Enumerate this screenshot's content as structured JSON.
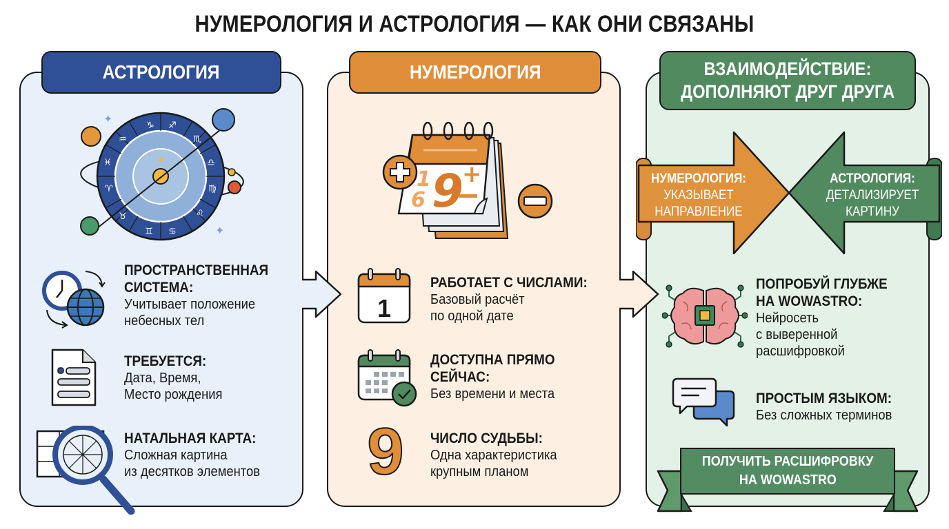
{
  "title": "НУМЕРОЛОГИЯ И АСТРОЛОГИЯ — КАК ОНИ СВЯЗАНЫ",
  "colors": {
    "astro_accent": "#2f4f96",
    "num_accent": "#e08e3a",
    "inter_accent": "#528a60",
    "astro_bg": "#e8f0fa",
    "num_bg": "#fdf0e2",
    "inter_bg": "#e4f1e6"
  },
  "astrology": {
    "header": "АСТРОЛОГИЯ",
    "hero_icon": "zodiac-wheel-icon",
    "items": [
      {
        "icon": "clock-globe-icon",
        "heading_1": "ПРОСТРАНСТВЕННАЯ",
        "heading_2": "СИСТЕМА:",
        "text_1": "Учитывает положение",
        "text_2": "небесных тел"
      },
      {
        "icon": "form-document-icon",
        "heading_1": "ТРЕБУЕТСЯ:",
        "text_1": "Дата, Время,",
        "text_2": "Место рождения"
      },
      {
        "icon": "natal-chart-magnifier-icon",
        "heading_1": "НАТАЛЬНАЯ КАРТА:",
        "text_1": "Сложная картина",
        "text_2": "из десятков элементов"
      }
    ]
  },
  "numerology": {
    "header": "НУМЕРОЛОГИЯ",
    "hero_icon": "calendar-numbers-icon",
    "hero_digits": {
      "big": "9",
      "small_top": "1",
      "small_bottom": "6",
      "plus": "+",
      "minus": "−"
    },
    "items": [
      {
        "icon": "calendar-day-icon",
        "icon_text": "1",
        "heading_1": "РАБОТАЕТ С ЧИСЛАМИ:",
        "text_1": "Базовый расчёт",
        "text_2": "по одной дате"
      },
      {
        "icon": "calendar-check-icon",
        "heading_1": "ДОСТУПНА ПРЯМО",
        "heading_2": "СЕЙЧАС:",
        "text_1": "Без времени и места"
      },
      {
        "icon": "number-nine-icon",
        "icon_text": "9",
        "heading_1": "ЧИСЛО СУДЬБЫ:",
        "text_1": "Одна характеристика",
        "text_2": "крупным планом"
      }
    ]
  },
  "interaction": {
    "header_1": "ВЗАИМОДЕЙСТВИЕ:",
    "header_2": "ДОПОЛНЯЮТ ДРУГ ДРУГА",
    "arrow_left": {
      "heading": "НУМЕРОЛОГИЯ:",
      "text_1": "УКАЗЫВАЕТ",
      "text_2": "НАПРАВЛЕНИЕ"
    },
    "arrow_right": {
      "heading": "АСТРОЛОГИЯ:",
      "text_1": "ДЕТАЛИЗИРУЕТ",
      "text_2": "КАРТИНУ"
    },
    "items": [
      {
        "icon": "ai-brain-chip-icon",
        "heading_1": "ПОПРОБУЙ ГЛУБЖЕ",
        "heading_2": "НА WOWASTRO:",
        "text_1": "Нейросеть",
        "text_2": "с выверенной",
        "text_3": "расшифровкой"
      },
      {
        "icon": "chat-bubbles-icon",
        "heading_1": "ПРОСТЫМ ЯЗЫКОМ:",
        "text_1": "Без сложных терминов"
      }
    ],
    "cta_1": "ПОЛУЧИТЬ РАСШИФРОВКУ",
    "cta_2": "НА WOWASTRO"
  }
}
